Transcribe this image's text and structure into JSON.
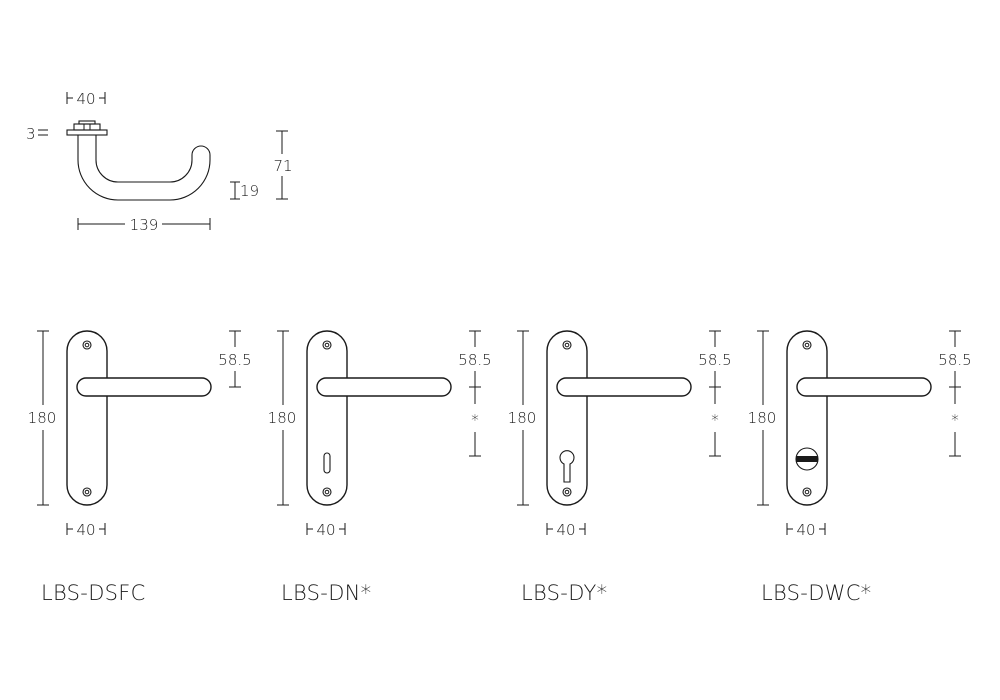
{
  "side_view": {
    "dim_rose_width": "40",
    "dim_thickness": "3",
    "dim_length": "139",
    "dim_height": "71",
    "dim_diameter": "19"
  },
  "models": [
    {
      "code": "LBS-DSFC",
      "dim_height": "180",
      "dim_width": "40",
      "dim_offset": "58.5",
      "dim_extra": "",
      "cutout": "none"
    },
    {
      "code": "LBS-DN*",
      "dim_height": "180",
      "dim_width": "40",
      "dim_offset": "58.5",
      "dim_extra": "*",
      "cutout": "keyhole"
    },
    {
      "code": "LBS-DY*",
      "dim_height": "180",
      "dim_width": "40",
      "dim_offset": "58.5",
      "dim_extra": "*",
      "cutout": "euro-cylinder"
    },
    {
      "code": "LBS-DWC*",
      "dim_height": "180",
      "dim_width": "40",
      "dim_offset": "58.5",
      "dim_extra": "*",
      "cutout": "wc-turn"
    }
  ]
}
